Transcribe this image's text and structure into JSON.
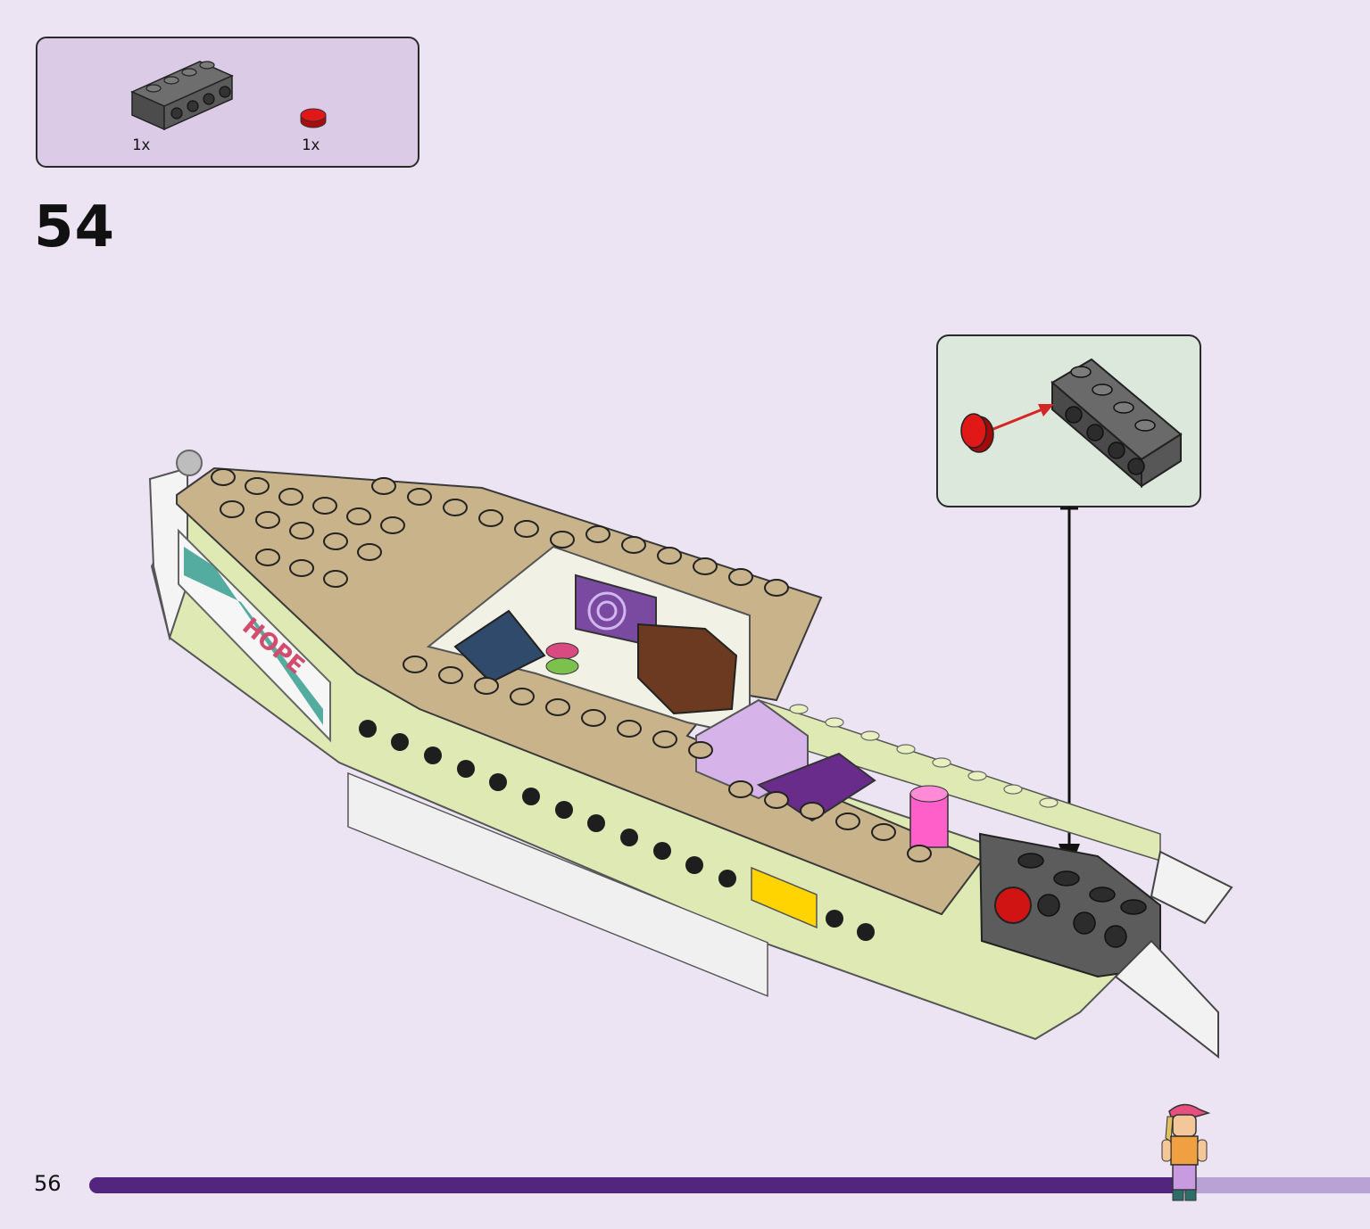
{
  "parts_list": {
    "items": [
      {
        "name": "dark-grey-brick-1x4-with-side-studs",
        "quantity": "1x",
        "color": "#5c5c5c"
      },
      {
        "name": "red-round-plate-1x1",
        "quantity": "1x",
        "color": "#cc1111"
      }
    ]
  },
  "step": {
    "number": "54"
  },
  "page": {
    "number": "56"
  },
  "progress": {
    "fraction": 0.855
  },
  "colors": {
    "background": "#ece4f2",
    "parts_box": "#dccbe6",
    "callout": "#dde8dc",
    "progress_fill": "#52267f",
    "progress_track": "#b9a3d6",
    "tan": "#c9b38a",
    "hull": "#dfe9b4",
    "dark_grey": "#5c5c5c",
    "red": "#cc1111"
  }
}
